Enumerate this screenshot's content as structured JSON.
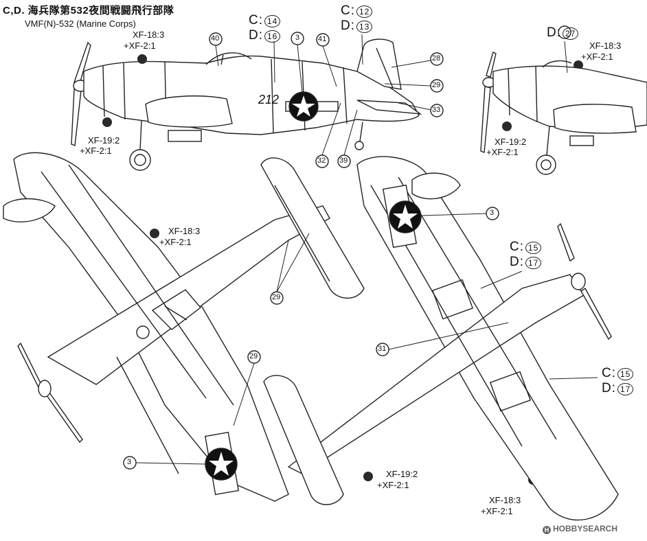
{
  "header": {
    "title": "C,D. 海兵隊第532夜間戦闘飛行部隊",
    "subtitle": "VMF(N)-532 (Marine Corps)"
  },
  "colors": {
    "line": "#222222",
    "insignia": "#111111",
    "paint_bubble": "#2a2a2a",
    "watermark": "#666666"
  },
  "side_view": {
    "fuselage_number": "212",
    "markers": [
      "40",
      "3",
      "41",
      "28",
      "29",
      "33",
      "32",
      "39"
    ],
    "variant_c_main": "C:",
    "variant_c_main_decal": "14",
    "variant_d_main": "D:",
    "variant_d_main_decal": "16",
    "variant_c_tail": "C:",
    "variant_c_tail_decal": "12",
    "variant_d_tail": "D:",
    "variant_d_tail_decal": "13",
    "paint_top": {
      "line1": "XF-18:3",
      "line2": "+XF-2:1"
    },
    "paint_bottom": {
      "line1": "XF-19:2",
      "line2": "+XF-2:1"
    }
  },
  "small_side_view": {
    "variant_d": "D:",
    "variant_d_decal": "27",
    "paint_top": {
      "line1": "XF-18:3",
      "line2": "+XF-2:1"
    },
    "paint_bottom": {
      "line1": "XF-19:2",
      "line2": "+XF-2:1"
    }
  },
  "top_view": {
    "markers": [
      "29",
      "29",
      "3"
    ],
    "paint": {
      "line1": "XF-18:3",
      "line2": "+XF-2:1"
    }
  },
  "bottom_view": {
    "markers": [
      "3",
      "31"
    ],
    "variant_c_1": "C:",
    "variant_c_1_decal": "15",
    "variant_d_1": "D:",
    "variant_d_1_decal": "17",
    "variant_c_2": "C:",
    "variant_c_2_decal": "15",
    "variant_d_2": "D:",
    "variant_d_2_decal": "17",
    "paint_tail": {
      "line1": "XF-19:2",
      "line2": "+XF-2:1"
    },
    "paint_wing": {
      "line1": "XF-18:3",
      "line2": "+XF-2:1"
    }
  },
  "watermark": {
    "mark": "H",
    "text": "HOBBYSEARCH"
  }
}
